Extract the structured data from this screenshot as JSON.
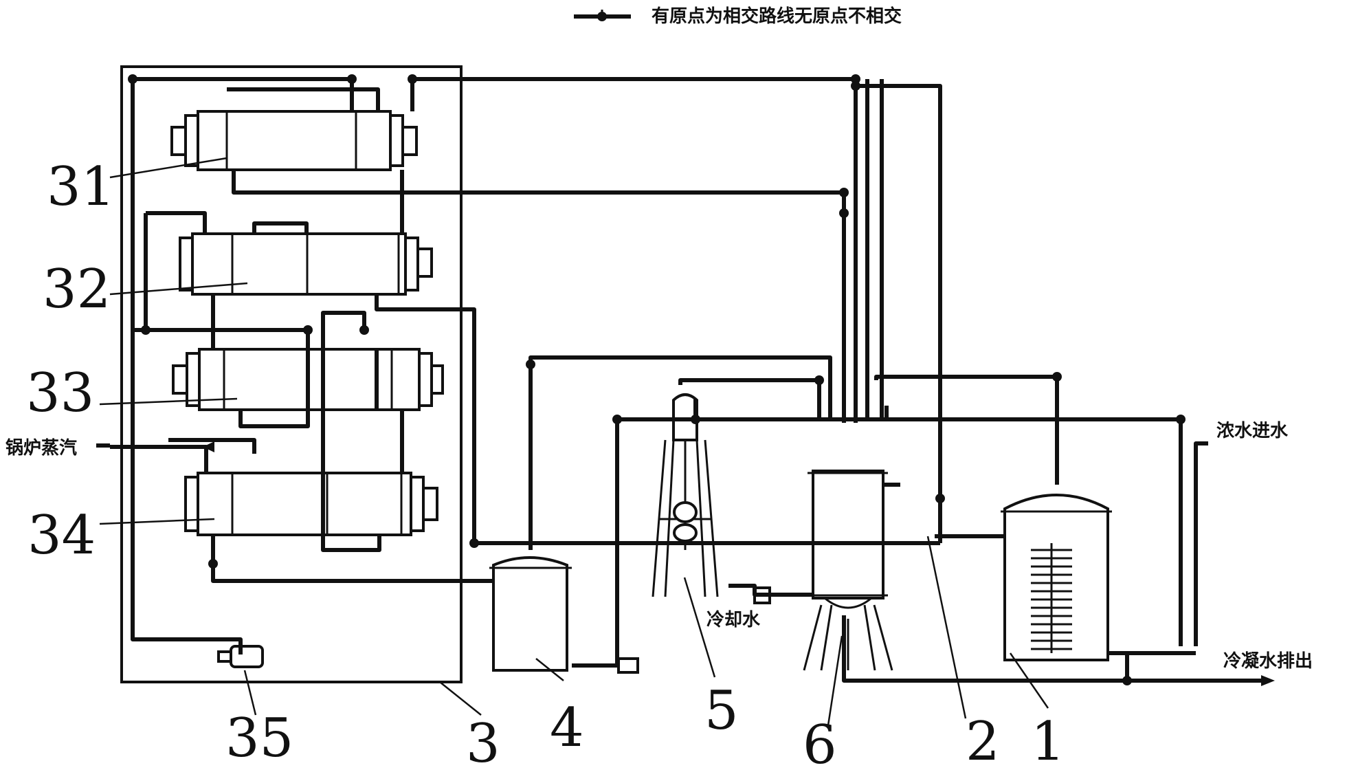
{
  "legend": {
    "text": "有原点为相交路线无原点不相交"
  },
  "labels": {
    "n31": "31",
    "n32": "32",
    "n33": "33",
    "n34": "34",
    "n35": "35",
    "n3": "3",
    "n4": "4",
    "n5": "5",
    "n6": "6",
    "n2": "2",
    "n1": "1"
  },
  "texts": {
    "boiler_steam": "锅炉蒸汽",
    "cooling_water": "冷却水",
    "concentrate_inlet": "浓水进水",
    "condensate_outlet": "冷凝水排出"
  }
}
